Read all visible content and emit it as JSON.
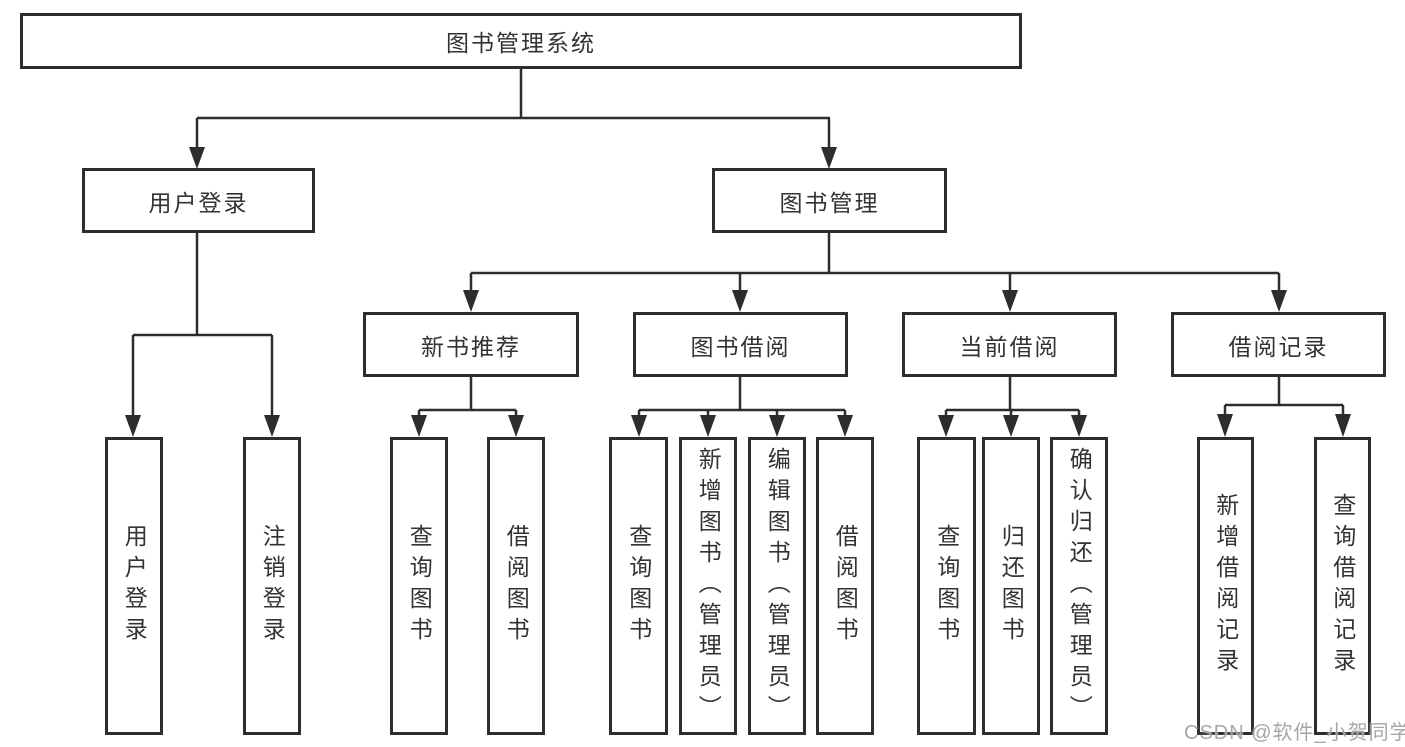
{
  "diagram_title": "图书管理系统",
  "colors": {
    "line": "#2d2d2d",
    "box_border": "#2d2d2d",
    "text": "#333333",
    "background": "#ffffff",
    "watermark": "#9e9e9e"
  },
  "nodes": {
    "root": {
      "label": "图书管理系统"
    },
    "user_login": {
      "label": "用户登录"
    },
    "book_mgmt": {
      "label": "图书管理"
    },
    "new_book_rec": {
      "label": "新书推荐"
    },
    "book_borrow": {
      "label": "图书借阅"
    },
    "current_borrow": {
      "label": "当前借阅"
    },
    "borrow_record": {
      "label": "借阅记录"
    },
    "leaf_user_login": {
      "label": "用户登录"
    },
    "leaf_logout": {
      "label": "注销登录"
    },
    "leaf_query_book_rec": {
      "label": "查询图书"
    },
    "leaf_borrow_book_rec": {
      "label": "借阅图书"
    },
    "leaf_query_book_borrow": {
      "label": "查询图书"
    },
    "leaf_add_book": {
      "label": "新增图书（管理员）"
    },
    "leaf_edit_book": {
      "label": "编辑图书（管理员）"
    },
    "leaf_borrow_book_borrow": {
      "label": "借阅图书"
    },
    "leaf_query_book_current": {
      "label": "查询图书"
    },
    "leaf_return_book": {
      "label": "归还图书"
    },
    "leaf_confirm_return": {
      "label": "确认归还（管理员）"
    },
    "leaf_add_record": {
      "label": "新增借阅记录"
    },
    "leaf_query_record": {
      "label": "查询借阅记录"
    }
  },
  "edges": [
    [
      "root",
      "user_login"
    ],
    [
      "root",
      "book_mgmt"
    ],
    [
      "user_login",
      "leaf_user_login"
    ],
    [
      "user_login",
      "leaf_logout"
    ],
    [
      "book_mgmt",
      "new_book_rec"
    ],
    [
      "book_mgmt",
      "book_borrow"
    ],
    [
      "book_mgmt",
      "current_borrow"
    ],
    [
      "book_mgmt",
      "borrow_record"
    ],
    [
      "new_book_rec",
      "leaf_query_book_rec"
    ],
    [
      "new_book_rec",
      "leaf_borrow_book_rec"
    ],
    [
      "book_borrow",
      "leaf_query_book_borrow"
    ],
    [
      "book_borrow",
      "leaf_add_book"
    ],
    [
      "book_borrow",
      "leaf_edit_book"
    ],
    [
      "book_borrow",
      "leaf_borrow_book_borrow"
    ],
    [
      "current_borrow",
      "leaf_query_book_current"
    ],
    [
      "current_borrow",
      "leaf_return_book"
    ],
    [
      "current_borrow",
      "leaf_confirm_return"
    ],
    [
      "borrow_record",
      "leaf_add_record"
    ],
    [
      "borrow_record",
      "leaf_query_record"
    ]
  ],
  "watermark": "CSDN @软件_小贺同学"
}
